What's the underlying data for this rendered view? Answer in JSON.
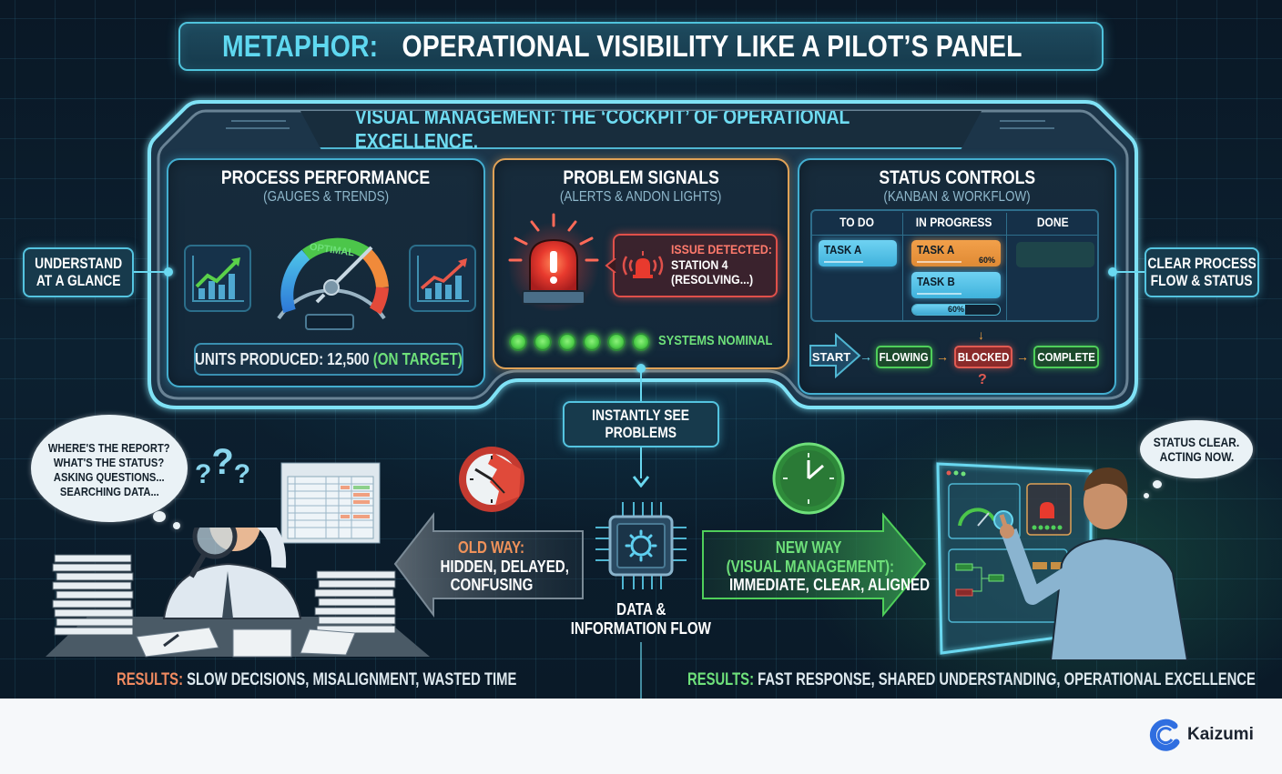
{
  "title": {
    "prefix": "METAPHOR:",
    "text": "OPERATIONAL VISIBILITY LIKE A PILOT’S PANEL"
  },
  "subtitle": "VISUAL MANAGEMENT: THE ‘COCKPIT’ OF OPERATIONAL EXCELLENCE.",
  "panels": {
    "performance": {
      "title": "PROCESS PERFORMANCE",
      "subtitle": "(GAUGES & TRENDS)",
      "gauge_label": "OPTIMAL",
      "units_label": "UNITS PRODUCED: 12,500",
      "units_status": "(ON TARGET)",
      "icons": [
        "trend-up-green-icon",
        "gauge-icon",
        "trend-up-red-icon"
      ]
    },
    "signals": {
      "title": "PROBLEM SIGNALS",
      "subtitle": "(ALERTS & ANDON LIGHTS)",
      "issue_title": "ISSUE DETECTED:",
      "issue_line2": "STATION 4",
      "issue_line3": "(RESOLVING...)",
      "led_count": 6,
      "nominal_text": "SYSTEMS NOMINAL",
      "icons": [
        "andon-siren-icon",
        "alarm-bell-icon"
      ]
    },
    "status": {
      "title": "STATUS CONTROLS",
      "subtitle": "(KANBAN & WORKFLOW)",
      "columns": [
        "TO DO",
        "IN PROGRESS",
        "DONE"
      ],
      "todo_cards": [
        "TASK A"
      ],
      "progress_cards": [
        {
          "label": "TASK A",
          "pct": "60%",
          "color": "orange"
        },
        {
          "label": "TASK B",
          "pct": "",
          "color": "blue"
        }
      ],
      "progress_bar": {
        "label": "60%",
        "value": 60
      },
      "flow": [
        "START",
        "FLOWING",
        "BLOCKED",
        "COMPLETE"
      ],
      "blocked_mark": "?"
    }
  },
  "callouts": {
    "left": [
      "UNDERSTAND",
      "AT A GLANCE"
    ],
    "right": [
      "CLEAR PROCESS",
      "FLOW & STATUS"
    ],
    "center": [
      "INSTANTLY SEE",
      "PROBLEMS"
    ]
  },
  "old_way": {
    "thought": [
      "WHERE'S THE REPORT?",
      "WHAT'S THE STATUS?",
      "ASKING QUESTIONS...",
      "SEARCHING DATA..."
    ],
    "label": "OLD WAY:",
    "lines": [
      "HIDDEN, DELAYED,",
      "CONFUSING"
    ],
    "results_label": "RESULTS:",
    "results_text": "SLOW DECISIONS, MISALIGNMENT, WASTED TIME",
    "icons": [
      "broken-clock-icon",
      "stressed-person-icon",
      "magnifier-icon",
      "paper-stack-icon",
      "spreadsheet-icon"
    ]
  },
  "center_flow": {
    "lines": [
      "DATA &",
      "INFORMATION FLOW"
    ],
    "icons": [
      "processor-chip-icon"
    ]
  },
  "new_way": {
    "thought": [
      "STATUS CLEAR.",
      "ACTING NOW."
    ],
    "label_lines": [
      "NEW WAY",
      "(VISUAL MANAGEMENT):"
    ],
    "lines": [
      "IMMEDIATE, CLEAR, ALIGNED"
    ],
    "results_label": "RESULTS:",
    "results_text": "FAST RESPONSE, SHARED UNDERSTANDING, OPERATIONAL EXCELLENCE",
    "icons": [
      "clock-icon",
      "person-touchscreen-icon"
    ]
  },
  "brand": {
    "name": "Kaizumi"
  },
  "colors": {
    "cyan": "#6ad8f0",
    "orange": "#e0a257",
    "green": "#6ee07a",
    "red": "#e0504a",
    "bg": "#0c1e2e"
  }
}
